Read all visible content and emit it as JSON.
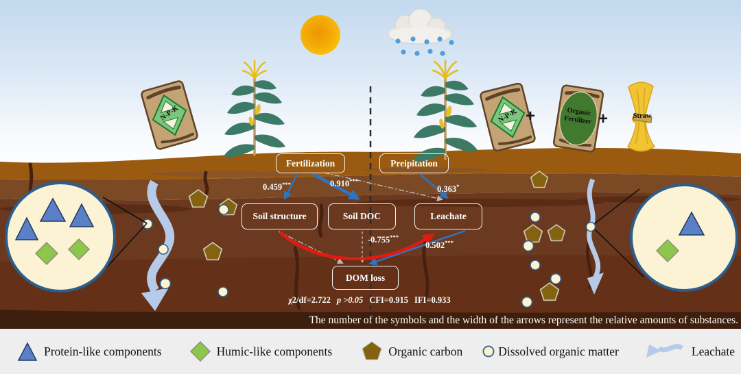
{
  "caption": "The number of the symbols and the width of the arrows represent the relative amounts of substances.",
  "treatments": {
    "left_bag": "N-P-K",
    "right_bag": "N-P-K",
    "plus_1": "+",
    "organic_line1": "Organic",
    "organic_line2": "Fertilizer",
    "plus_2": "+",
    "straw": "Straw"
  },
  "sem": {
    "boxes": {
      "fertilization": "Fertilization",
      "precipitation": "Preipitation",
      "soil_structure": "Soil structure",
      "soil_doc": "Soil DOC",
      "leachate": "Leachate",
      "dom_loss": "DOM loss"
    },
    "coefficients": [
      {
        "path": "Fertilization to Soil structure",
        "value": "0.459",
        "stars": "***"
      },
      {
        "path": "Fertilization to Soil DOC",
        "value": "0.910",
        "stars": "***"
      },
      {
        "path": "Preipitation to Leachate",
        "value": "0.363",
        "stars": "*"
      },
      {
        "path": "Soil structure to Leachate",
        "value": "-0.755",
        "stars": "***"
      },
      {
        "path": "Leachate to DOM loss",
        "value": "0.502",
        "stars": "***"
      }
    ],
    "fit": {
      "chi": "χ2/df=2.722",
      "p": "p >0.05",
      "cfi": "CFI=0.915",
      "ifi": "IFI=0.933"
    }
  },
  "legend": {
    "items": [
      {
        "icon": "triangle",
        "label": "Protein-like components"
      },
      {
        "icon": "diamond",
        "label": "Humic-like components"
      },
      {
        "icon": "pentagon",
        "label": "Organic carbon"
      },
      {
        "icon": "circle",
        "label": "Dissolved organic matter"
      },
      {
        "icon": "wavy-arrow",
        "label": "Leachate"
      }
    ]
  },
  "colors": {
    "arrow_blue": "#2f74c4",
    "arrow_red": "#e41a10",
    "protein_blue": "#5b80c6",
    "humic_green": "#8cc74c",
    "organic_carbon": "#836311",
    "dom_cream": "#fdf3d0",
    "leachate_blue": "#b6cbe9",
    "soil_top": "#9a5a0f",
    "soil_deep": "#6b3920",
    "caption_strip": "#3e1e0d",
    "legend_bg": "#eeeeee"
  }
}
